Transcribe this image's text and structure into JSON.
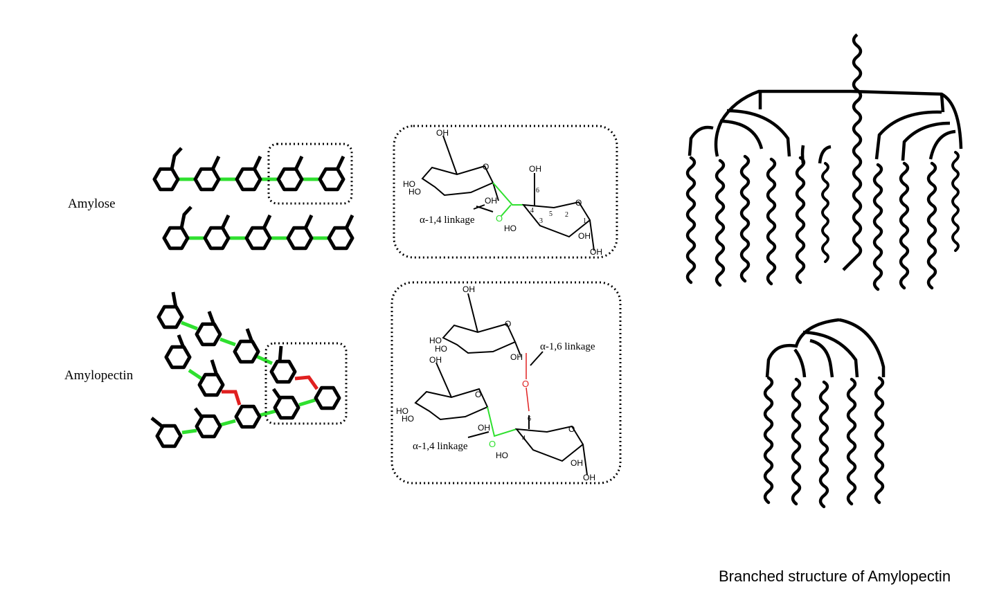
{
  "labels": {
    "amylose": "Amylose",
    "amylopectin": "Amylopectin",
    "caption": "Branched structure of Amylopectin"
  },
  "box1": {
    "oh_top": "OH",
    "oh_top2": "OH",
    "ho_left_1": "HO",
    "ho_left_2": "HO",
    "oh_anomeric": "OH",
    "linkage": "α-1,4 linkage",
    "o_link": "O",
    "ring_o_1": "O",
    "ring_o_2": "O",
    "c6": "6",
    "c5": "5",
    "c4": "4",
    "c3": "3",
    "c2": "2",
    "c1": "1",
    "ho_bottom": "HO",
    "oh_c2": "OH",
    "oh_c1": "OH"
  },
  "box2": {
    "oh_top": "OH",
    "ho_1": "HO",
    "ho_2": "HO",
    "oh_mid": "OH",
    "linkage_16": "α-1,6 linkage",
    "o_red": "O",
    "oh_left_top": "OH",
    "ho_3": "HO",
    "ho_4": "HO",
    "oh_anomeric": "OH",
    "linkage_14": "α-1,4 linkage",
    "o_green": "O",
    "c6": "6",
    "c4": "4",
    "ho_bottom": "HO",
    "oh_c2": "OH",
    "oh_c1": "OH",
    "ring_o_1": "O",
    "ring_o_2": "O",
    "ring_o_3": "O"
  },
  "colors": {
    "alpha14": "#2fe02f",
    "alpha16": "#e02020",
    "ink": "#000000"
  }
}
